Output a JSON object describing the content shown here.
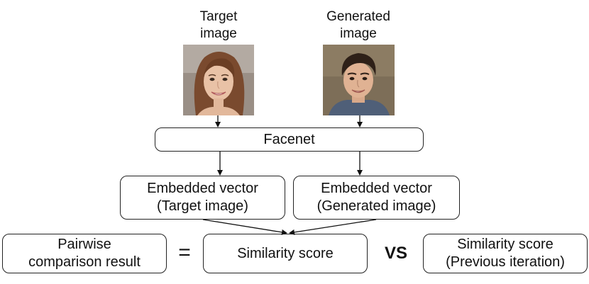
{
  "labels": {
    "target": [
      "Target",
      "image"
    ],
    "generated": [
      "Generated",
      "image"
    ]
  },
  "photos": {
    "target": "target-face-photo",
    "generated": "generated-face-photo"
  },
  "boxes": {
    "facenet": "Facenet",
    "embedded_target": [
      "Embedded vector",
      "(Target image)"
    ],
    "embedded_generated": [
      "Embedded vector",
      "(Generated image)"
    ],
    "pairwise": [
      "Pairwise",
      "comparison result"
    ],
    "similarity": "Similarity score",
    "previous": [
      "Similarity score",
      "(Previous iteration)"
    ]
  },
  "operators": {
    "equals": "=",
    "vs": "VS"
  }
}
